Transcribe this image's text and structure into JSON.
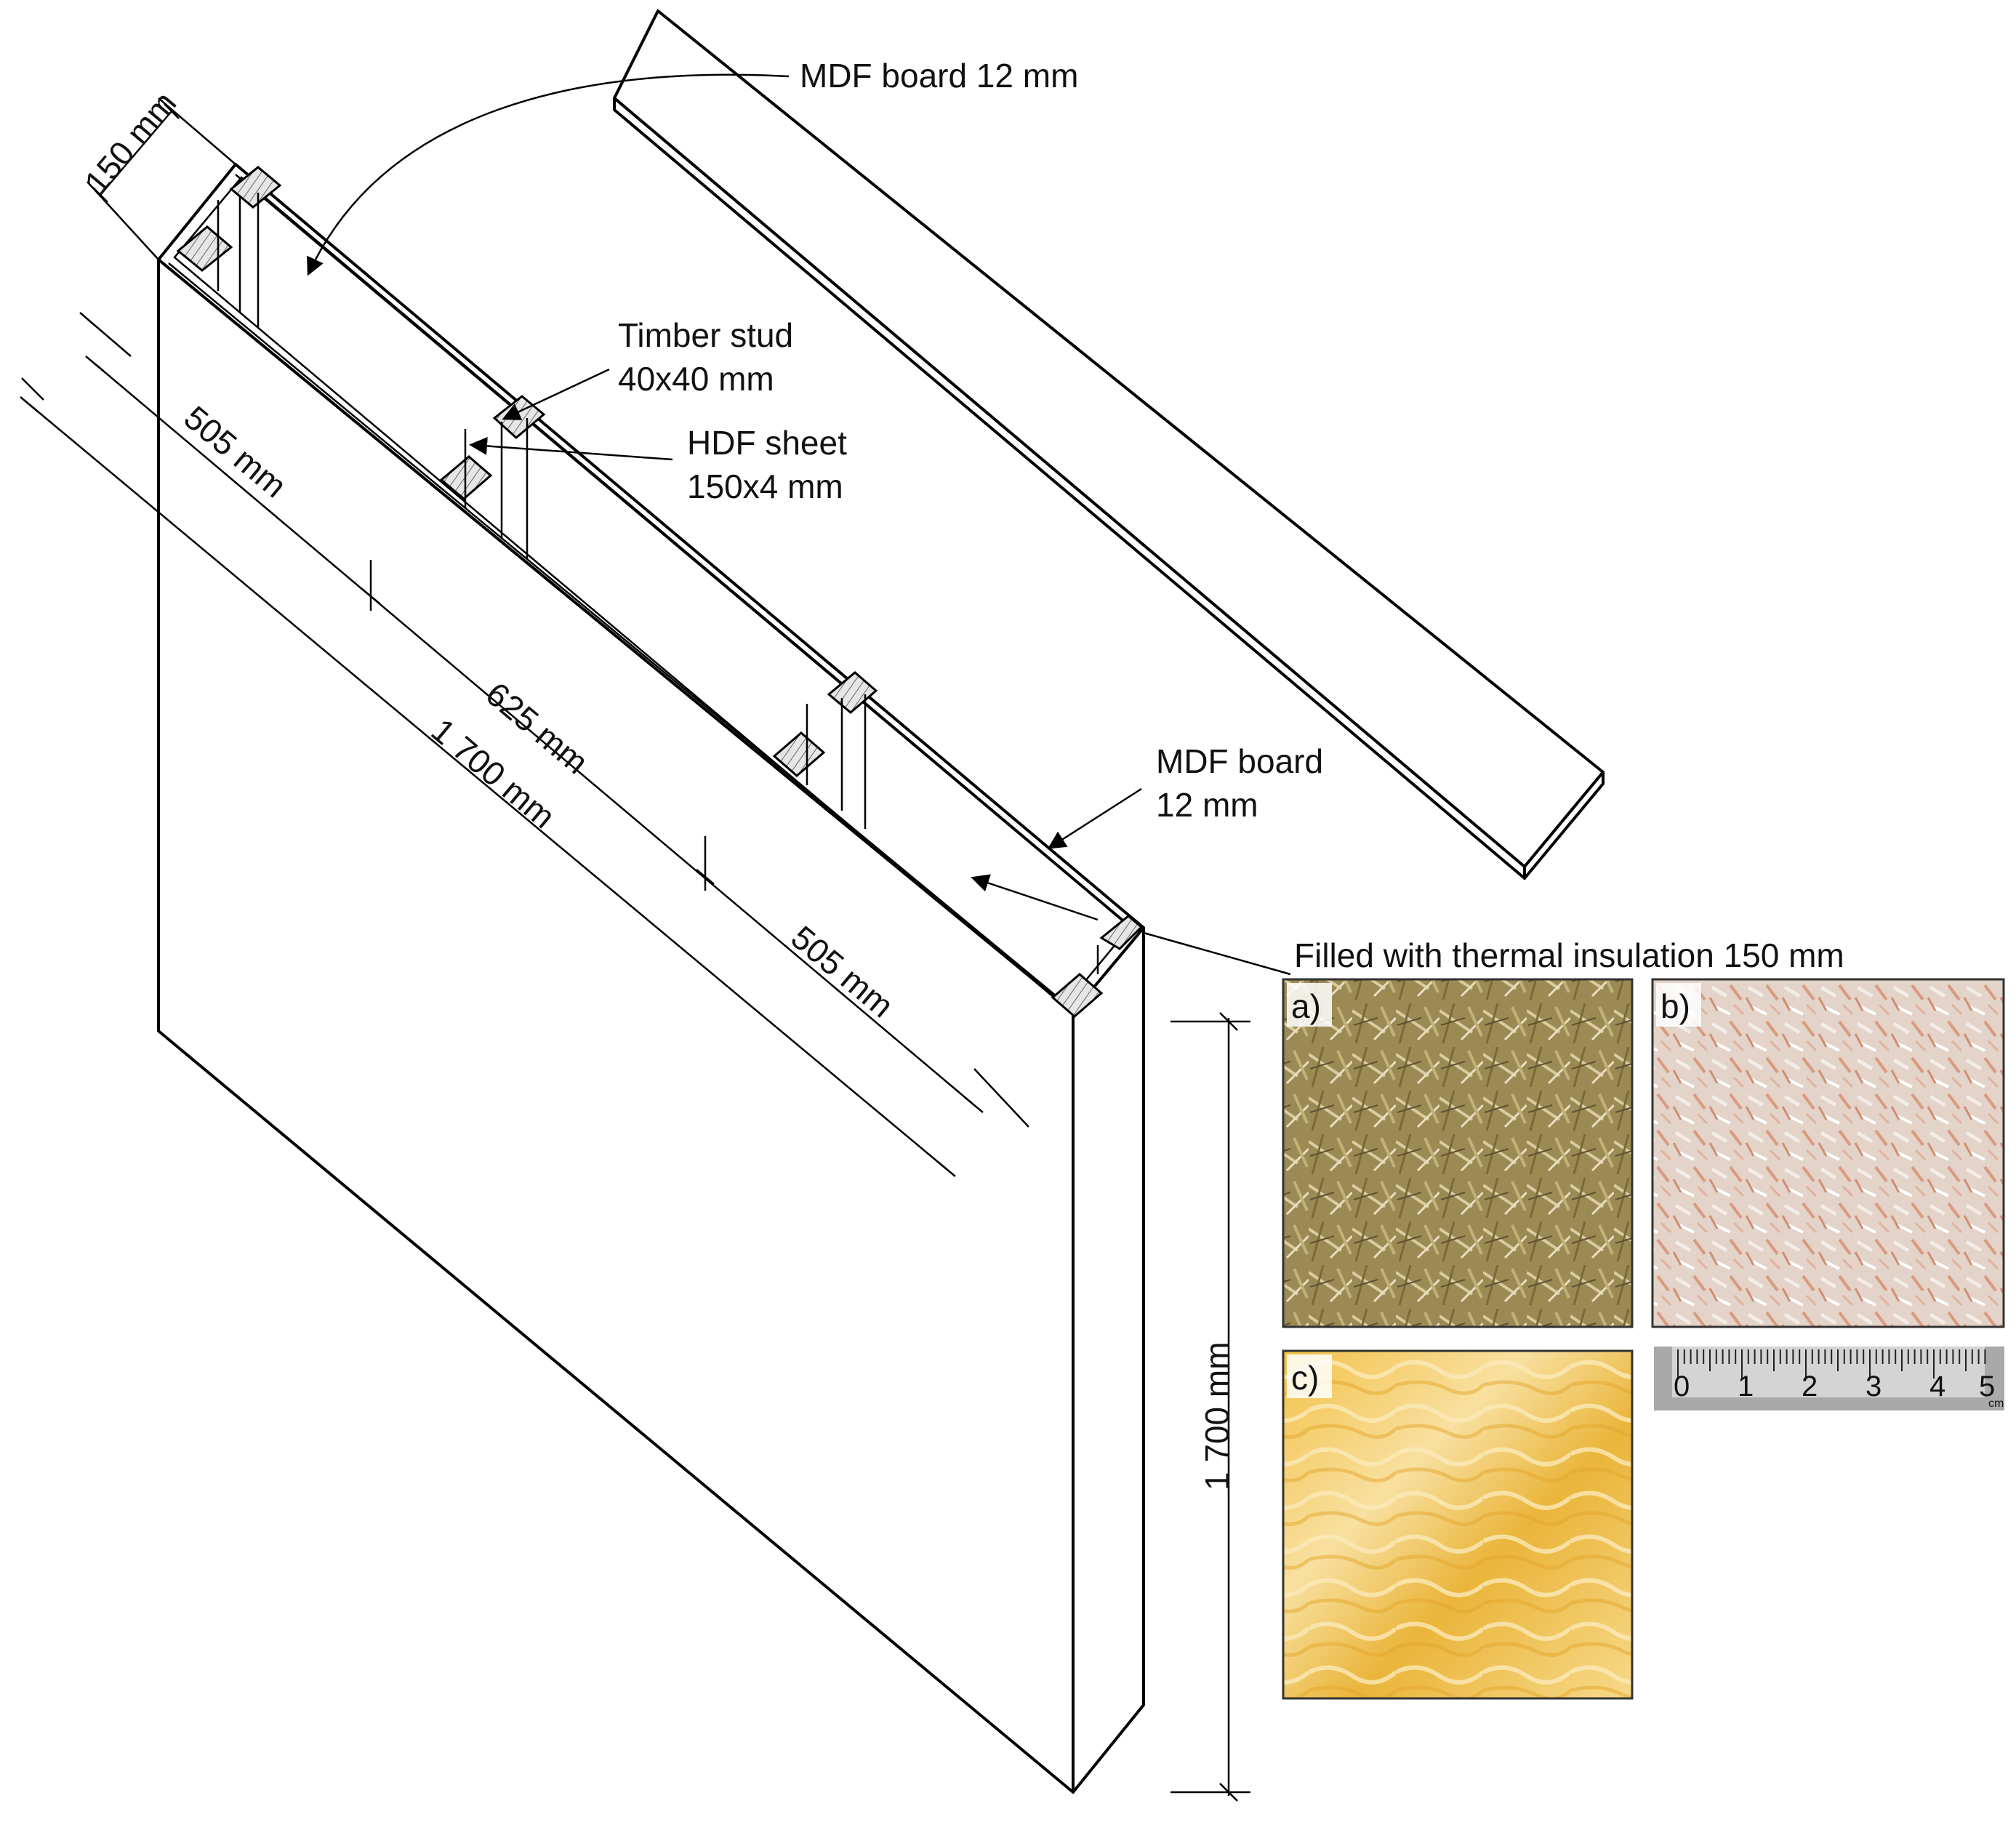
{
  "labels": {
    "mdf_top": "MDF board 12 mm",
    "timber_line1": "Timber stud",
    "timber_line2": "40x40 mm",
    "hdf_line1": "HDF sheet",
    "hdf_line2": "150x4 mm",
    "mdf_side_line1": "MDF board",
    "mdf_side_line2": "12 mm",
    "insulation": "Filled with thermal insulation 150 mm"
  },
  "dimensions": {
    "depth": "150 mm",
    "seg1": "505 mm",
    "seg2": "625 mm",
    "seg3": "505 mm",
    "length": "1 700 mm",
    "height": "1 700 mm"
  },
  "photos": {
    "a": "a)",
    "b": "b)",
    "c": "c)"
  },
  "ruler": {
    "numbers": [
      "0",
      "1",
      "2",
      "3",
      "4",
      "5"
    ],
    "unit": "cm"
  }
}
